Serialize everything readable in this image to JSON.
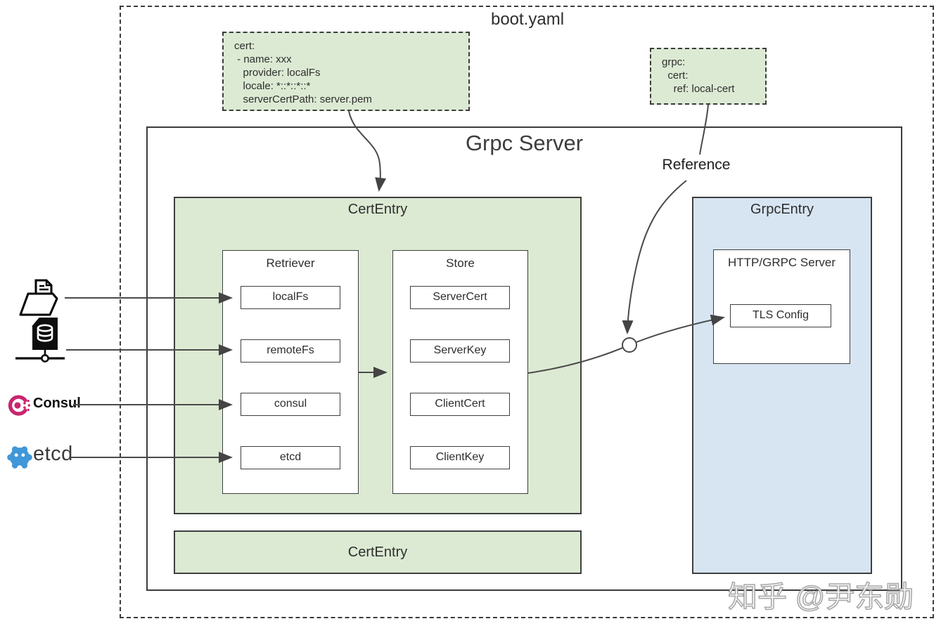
{
  "header": {
    "title": "boot.yaml"
  },
  "config_boxes": {
    "cert_yaml": "cert:\n - name: xxx\n   provider: localFs\n   locale: *::*::*::*\n   serverCertPath: server.pem",
    "grpc_yaml": "grpc:\n  cert:\n    ref: local-cert"
  },
  "grpc_server": {
    "title": "Grpc Server"
  },
  "annotations": {
    "reference": "Reference"
  },
  "cert_entry": {
    "title": "CertEntry",
    "retriever": {
      "title": "Retriever",
      "items": [
        "localFs",
        "remoteFs",
        "consul",
        "etcd"
      ]
    },
    "store": {
      "title": "Store",
      "items": [
        "ServerCert",
        "ServerKey",
        "ClientCert",
        "ClientKey"
      ]
    }
  },
  "cert_entry_bottom": {
    "title": "CertEntry"
  },
  "grpc_entry": {
    "title": "GrpcEntry",
    "http_server": {
      "title": "HTTP/GRPC Server",
      "tls_config": "TLS Config"
    }
  },
  "external_sources": {
    "consul": "Consul",
    "etcd": "etcd"
  },
  "watermark": "知乎 @尹东勋",
  "colors": {
    "green_fill": "#dcead3",
    "blue_fill": "#d7e5f3",
    "border_dark": "#3c3c3c",
    "line": "#4a4a4a",
    "consul_pink": "#c9266e",
    "etcd_blue": "#4197d8"
  }
}
